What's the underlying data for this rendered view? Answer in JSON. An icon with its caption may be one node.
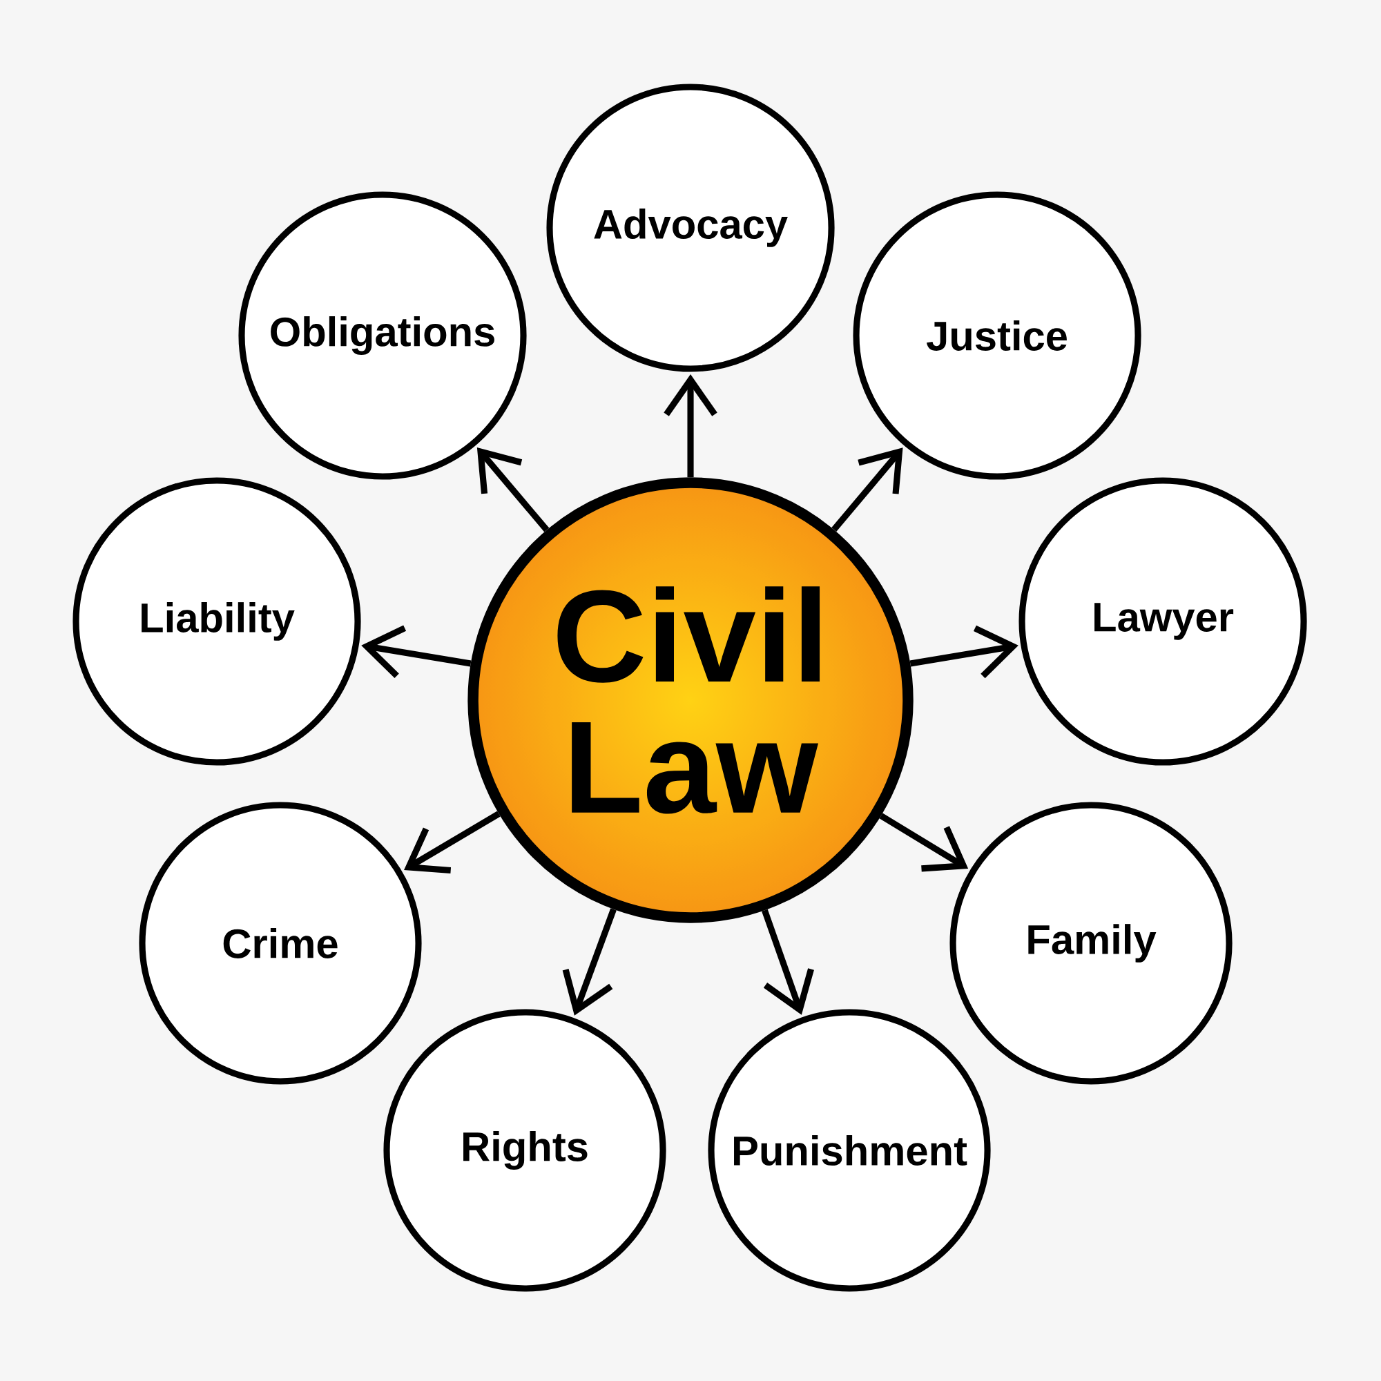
{
  "diagram": {
    "nodes": [
      {
        "text": [
          "Civil Law"
        ]
      },
      {
        "text": [
          "Advocacy"
        ]
      },
      {
        "text": [
          "Obligations"
        ]
      },
      {
        "text": [
          "Justice"
        ]
      },
      {
        "text": [
          "Liability"
        ]
      },
      {
        "text": [
          "Lawyer"
        ]
      },
      {
        "text": [
          "Crime"
        ]
      },
      {
        "text": [
          "Family"
        ]
      },
      {
        "text": [
          "Rights"
        ]
      },
      {
        "text": [
          "Punishment"
        ]
      }
    ],
    "edges": [
      {
        "from": 0,
        "to": 1,
        "arrow": "to"
      },
      {
        "from": 0,
        "to": 2,
        "arrow": "to"
      },
      {
        "from": 0,
        "to": 3,
        "arrow": "to"
      },
      {
        "from": 0,
        "to": 4,
        "arrow": "to"
      },
      {
        "from": 0,
        "to": 5,
        "arrow": "to"
      },
      {
        "from": 0,
        "to": 6,
        "arrow": "to"
      },
      {
        "from": 0,
        "to": 7,
        "arrow": "to"
      },
      {
        "from": 0,
        "to": 8,
        "arrow": "to"
      },
      {
        "from": 0,
        "to": 9,
        "arrow": "to"
      }
    ]
  }
}
